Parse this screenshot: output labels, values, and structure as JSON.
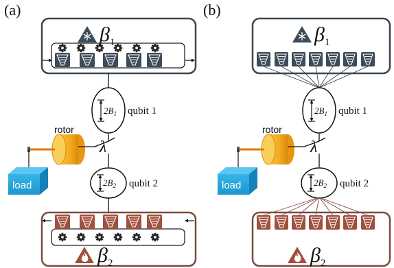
{
  "panels": [
    {
      "label": "(a)",
      "cold_bath_symbol": "β",
      "cold_bath_subscript": "1",
      "hot_bath_symbol": "β",
      "hot_bath_subscript": "2",
      "qubit1_label": "qubit 1",
      "qubit2_label": "qubit 2",
      "qubit1_field": "2B",
      "qubit1_field_sub": "1",
      "qubit2_field": "2B",
      "qubit2_field_sub": "2",
      "coupling": "λ",
      "rotor_label": "rotor",
      "load_label": "load"
    },
    {
      "label": "(b)",
      "cold_bath_symbol": "β",
      "cold_bath_subscript": "1",
      "hot_bath_symbol": "β",
      "hot_bath_subscript": "2",
      "qubit1_label": "qubit 1",
      "qubit2_label": "qubit 2",
      "qubit1_field": "2B",
      "qubit1_field_sub": "1",
      "qubit2_field": "2B",
      "qubit2_field_sub": "2",
      "coupling": "λ",
      "rotor_label": "rotor",
      "load_label": "load"
    }
  ],
  "icons": {
    "cold": "snowflake-icon",
    "hot": "flame-icon",
    "gear": "gear-icon",
    "cup": "cup-icon"
  },
  "colors": {
    "cold_frame": "#3a4654",
    "cold_cup": "#3d4a5a",
    "hot_frame": "#7a4a40",
    "hot_cup": "#a0503e",
    "rotor": "#f4a81c",
    "load": "#29a9e0",
    "wire": "#e07b00"
  }
}
